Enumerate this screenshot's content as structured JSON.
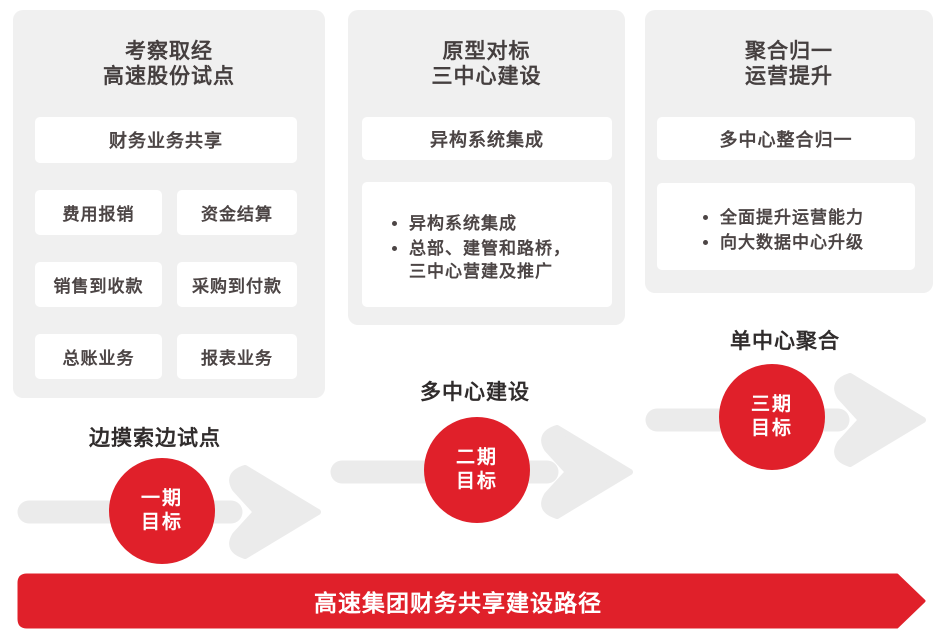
{
  "colors": {
    "accent_red": "#e0202a",
    "panel_bg": "#f0f0f0",
    "arrow_gray": "#ebebeb",
    "box_bg": "#ffffff",
    "title_text": "#453f3f",
    "body_text": "#4c4545",
    "label_text": "#302c2c",
    "banner_text": "#ffffff"
  },
  "panels": [
    {
      "title_line1": "考察取经",
      "title_line2": "高速股份试点",
      "header_box": "财务业务共享",
      "grid": [
        "费用报销",
        "资金结算",
        "销售到收款",
        "采购到付款",
        "总账业务",
        "报表业务"
      ]
    },
    {
      "title_line1": "原型对标",
      "title_line2": "三中心建设",
      "header_box": "异构系统集成",
      "bullets": [
        "异构系统集成",
        "总部、建管和路桥，三中心营建及推广"
      ]
    },
    {
      "title_line1": "聚合归一",
      "title_line2": "运营提升",
      "header_box": "多中心整合归一",
      "bullets": [
        "全面提升运营能力",
        "向大数据中心升级"
      ]
    }
  ],
  "milestones": [
    {
      "label": "边摸索边试点",
      "circle_line1": "一期",
      "circle_line2": "目标"
    },
    {
      "label": "多中心建设",
      "circle_line1": "二期",
      "circle_line2": "目标"
    },
    {
      "label": "单中心聚合",
      "circle_line1": "三期",
      "circle_line2": "目标"
    }
  ],
  "banner": {
    "label": "高速集团财务共享建设路径"
  }
}
